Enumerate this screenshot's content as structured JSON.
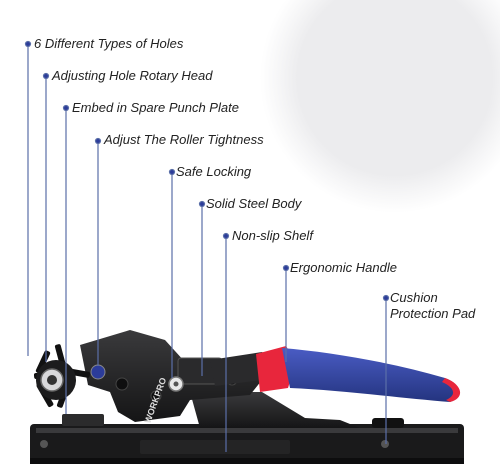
{
  "product": {
    "brand_label": "WORKPRO",
    "handle_colors": {
      "grip": "#2d3f9e",
      "accent": "#e8263c"
    }
  },
  "callouts": [
    {
      "label": "6 Different Types of Holes"
    },
    {
      "label": "Adjusting Hole Rotary Head"
    },
    {
      "label": "Embed in Spare Punch Plate"
    },
    {
      "label": "Adjust The Roller Tightness"
    },
    {
      "label": "Safe Locking"
    },
    {
      "label": "Solid Steel Body"
    },
    {
      "label": "Non-slip Shelf"
    },
    {
      "label": "Ergonomic Handle"
    },
    {
      "label": "Cushion Protection Pad",
      "lines": [
        "Cushion",
        "Protection Pad"
      ]
    }
  ]
}
